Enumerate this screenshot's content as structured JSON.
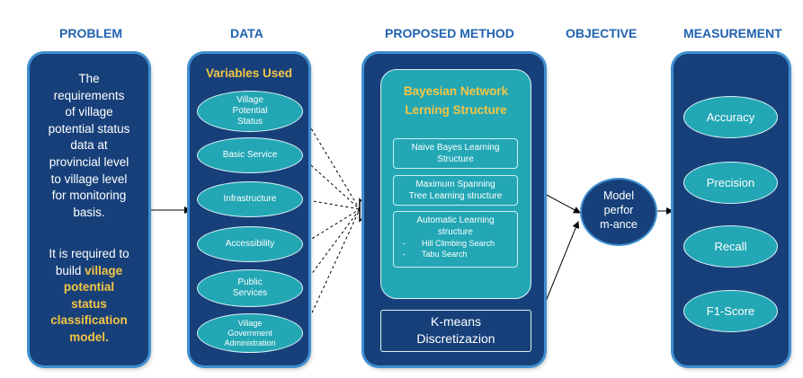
{
  "headers": {
    "problem": "PROBLEM",
    "data": "DATA",
    "proposed_method": "PROPOSED METHOD",
    "objective": "OBJECTIVE",
    "measurement": "MEASUREMENT"
  },
  "problem": {
    "lines": [
      "The",
      "requirements",
      "of village",
      "potential status",
      "data at",
      "provincial level",
      "to village level",
      "for monitoring",
      "basis."
    ],
    "line2_prefix": "It is required to",
    "line2_build": "build",
    "line2_highlight": [
      "village",
      "potential",
      "status",
      "classification",
      "model."
    ]
  },
  "data": {
    "title": "Variables Used",
    "variables": [
      [
        "Village",
        "Potential",
        "Status"
      ],
      [
        "Basic Service"
      ],
      [
        "Infrastructure"
      ],
      [
        "Accessibility"
      ],
      [
        "Public",
        "Services"
      ],
      [
        "Village",
        "Government",
        "Administration"
      ]
    ]
  },
  "method": {
    "title_line1": "Bayesian Network",
    "title_line2": "Lerning Structure",
    "box1": [
      "Naive Bayes Learning",
      "Structure"
    ],
    "box2": [
      "Maximum Spanning",
      "Tree Learning structure"
    ],
    "box3_title": [
      "Automatic Learning",
      "structure"
    ],
    "box3_items": [
      "Hill Climbing Search",
      "Tabu Search"
    ],
    "bullet": "-",
    "discretization": [
      "K-means",
      "Discretizazion"
    ]
  },
  "objective": {
    "lines": [
      "Model",
      "perfor",
      "m-ance"
    ]
  },
  "measurement": {
    "items": [
      "Accuracy",
      "Precision",
      "Recall",
      "F1-Score"
    ]
  },
  "colors": {
    "header": "#1f62b0",
    "panel": "#17407a",
    "panel_border": "#3f8fd0",
    "teal": "#23a7b5",
    "highlight": "#f4c544"
  }
}
